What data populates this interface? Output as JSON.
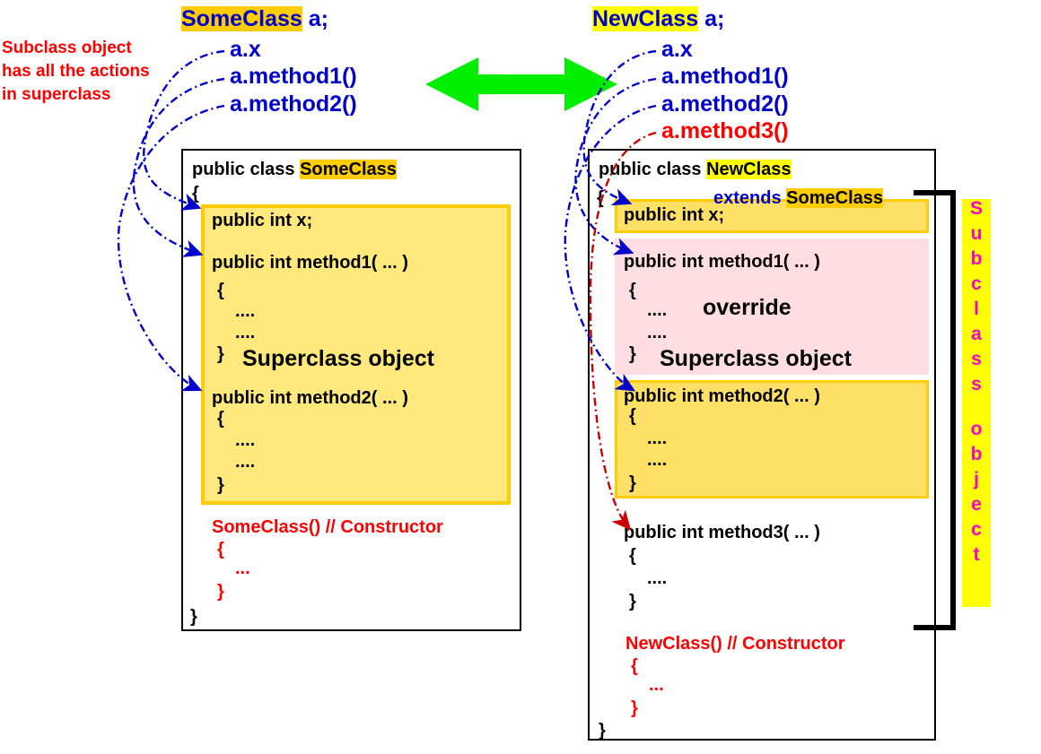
{
  "title": "Superclass / Subclass object inheritance diagram",
  "left_panel": {
    "declaration": {
      "class_name": "SomeClass",
      "variable": " a;",
      "members": [
        "a.x",
        "a.method1()",
        "a.method2()"
      ]
    },
    "note": {
      "line1": "Subclass object",
      "line2": "has all the actions",
      "line3": "in superclass"
    },
    "class_box": {
      "header_prefix": "public class ",
      "header_name": "SomeClass",
      "open_brace": "{",
      "close_brace": "}",
      "field": "public  int x;",
      "method1_sig": "public int method1( ... )",
      "method1_open": "{",
      "method1_body1": "....",
      "method1_body2": "....",
      "method1_close": "}",
      "superclass_label": "Superclass object",
      "method2_sig": "public int method2( ... )",
      "method2_open": "{",
      "method2_body1": "....",
      "method2_body2": "....",
      "method2_close": "}",
      "ctor_sig": "SomeClass() // Constructor",
      "ctor_open": "{",
      "ctor_body": "...",
      "ctor_close": "}"
    }
  },
  "middle": {
    "arrow_color": "#00ee00",
    "arrow_name": "double-headed-arrow"
  },
  "right_panel": {
    "declaration": {
      "class_name": "NewClass",
      "variable": " a;",
      "members": [
        "a.x",
        "a.method1()",
        "a.method2()"
      ],
      "member_new": "a.method3()"
    },
    "class_box": {
      "header_prefix": "public class ",
      "header_name": "NewClass",
      "extends_keyword": "extends",
      "extends_name": "SomeClass",
      "open_brace": "{",
      "close_brace": "}",
      "field": "public  int x;",
      "method1_sig": "public int method1( ... )",
      "method1_open": "{",
      "method1_body1": "....",
      "method1_body2": "....",
      "method1_close": "}",
      "override_label": "override",
      "superclass_label": "Superclass object",
      "method2_sig": "public int method2( ... )",
      "method2_open": "{",
      "method2_body1": "....",
      "method2_body2": "....",
      "method2_close": "}",
      "method3_sig": "public int method3( ... )",
      "method3_open": "{",
      "method3_body1": "....",
      "method3_close": "}",
      "ctor_sig": "NewClass() // Constructor",
      "ctor_open": "{",
      "ctor_body": "...",
      "ctor_close": "}"
    },
    "subclass_label": "Subclass object",
    "subclass_letters": [
      "S",
      "u",
      "b",
      "c",
      "l",
      "a",
      "s",
      "s",
      "",
      "o",
      "b",
      "j",
      "e",
      "c",
      "t"
    ]
  },
  "colors": {
    "blue": "#0000cc",
    "red": "#ff0000",
    "magenta": "#ff00cc",
    "black": "#000000",
    "highlight_yellow": "#ffff00",
    "highlight_gold": "#ffcc00",
    "band_yellow": "#ffe87c",
    "band_pink": "#ffdde3",
    "green_arrow": "#00ee00"
  }
}
